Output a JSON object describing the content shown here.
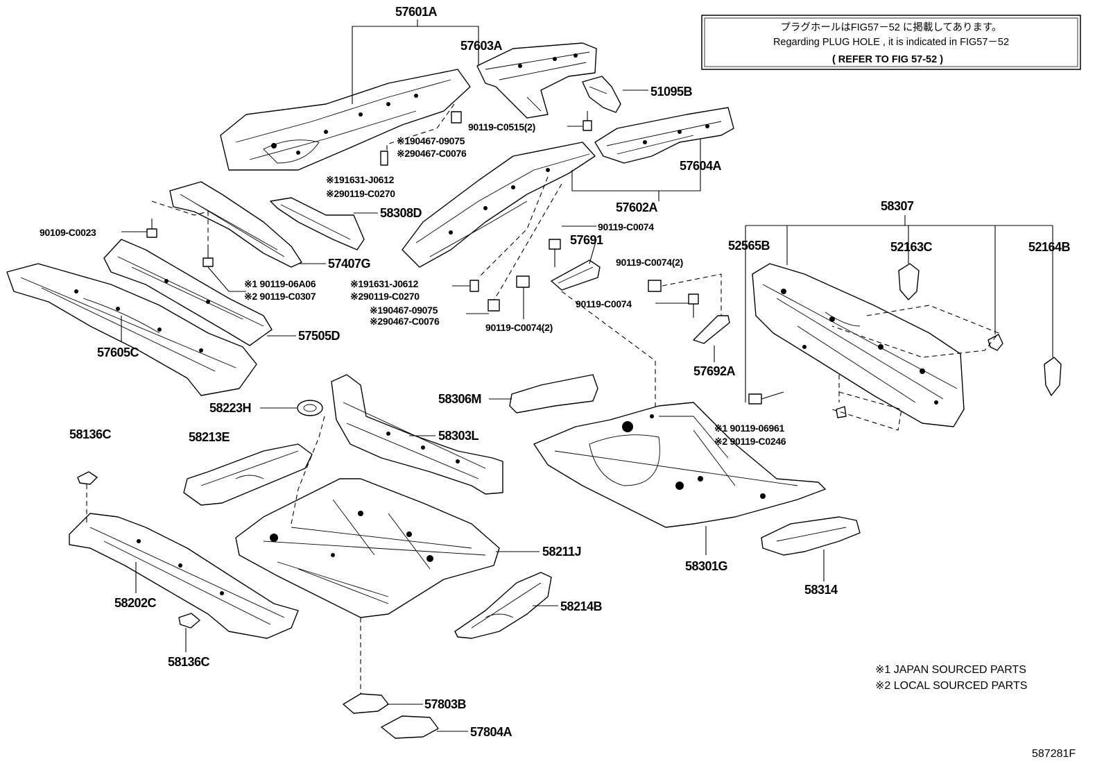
{
  "note": {
    "line1": "プラグホールはFIG57－52 に掲載してあります。",
    "line2": "Regarding  PLUG  HOLE , it is  indicated  in  FIG57－52",
    "line3": "(   REFER  TO  FIG  57-52   )"
  },
  "footnotes": {
    "japan": "※1 JAPAN SOURCED PARTS",
    "local": "※2 LOCAL SOURCED PARTS"
  },
  "figure_id": "587281F",
  "labels": {
    "l57601A": "57601A",
    "l57603A": "57603A",
    "l51095B": "51095B",
    "l90119C0515": "90119-C0515(2)",
    "l190467_09075a": "※190467-09075",
    "l290467_C0076a": "※290467-C0076",
    "l191631_J0612a": "※191631-J0612",
    "l290119_C0270a": "※290119-C0270",
    "l57604A": "57604A",
    "l57602A": "57602A",
    "l58308D": "58308D",
    "l90109C0023": "90109-C0023",
    "l90119C0074a": "90119-C0074",
    "l57691": "57691",
    "l57407G": "57407G",
    "l90119C0074_2a": "90119-C0074(2)",
    "l190119_06A06": "※1 90119-06A06",
    "l290119_C0307": "※2 90119-C0307",
    "l191631_J0612b": "※191631-J0612",
    "l290119_C0270b": "※290119-C0270",
    "l190467_09075b": "※190467-09075",
    "l290467_C0076b": "※290467-C0076",
    "l90119C0074b": "90119-C0074",
    "l90119C0074_2b": "90119-C0074(2)",
    "l57505D": "57505D",
    "l57605C": "57605C",
    "l57692A": "57692A",
    "l58307": "58307",
    "l52565B": "52565B",
    "l52163C": "52163C",
    "l52164B": "52164B",
    "l58223H": "58223H",
    "l58306M": "58306M",
    "l58136Ca": "58136C",
    "l58213E": "58213E",
    "l58303L": "58303L",
    "l190119_06961": "※1 90119-06961",
    "l290119_C0246": "※2 90119-C0246",
    "l58211J": "58211J",
    "l58301G": "58301G",
    "l58314": "58314",
    "l58202C": "58202C",
    "l58214B": "58214B",
    "l58136Cb": "58136C",
    "l57803B": "57803B",
    "l57804A": "57804A"
  }
}
